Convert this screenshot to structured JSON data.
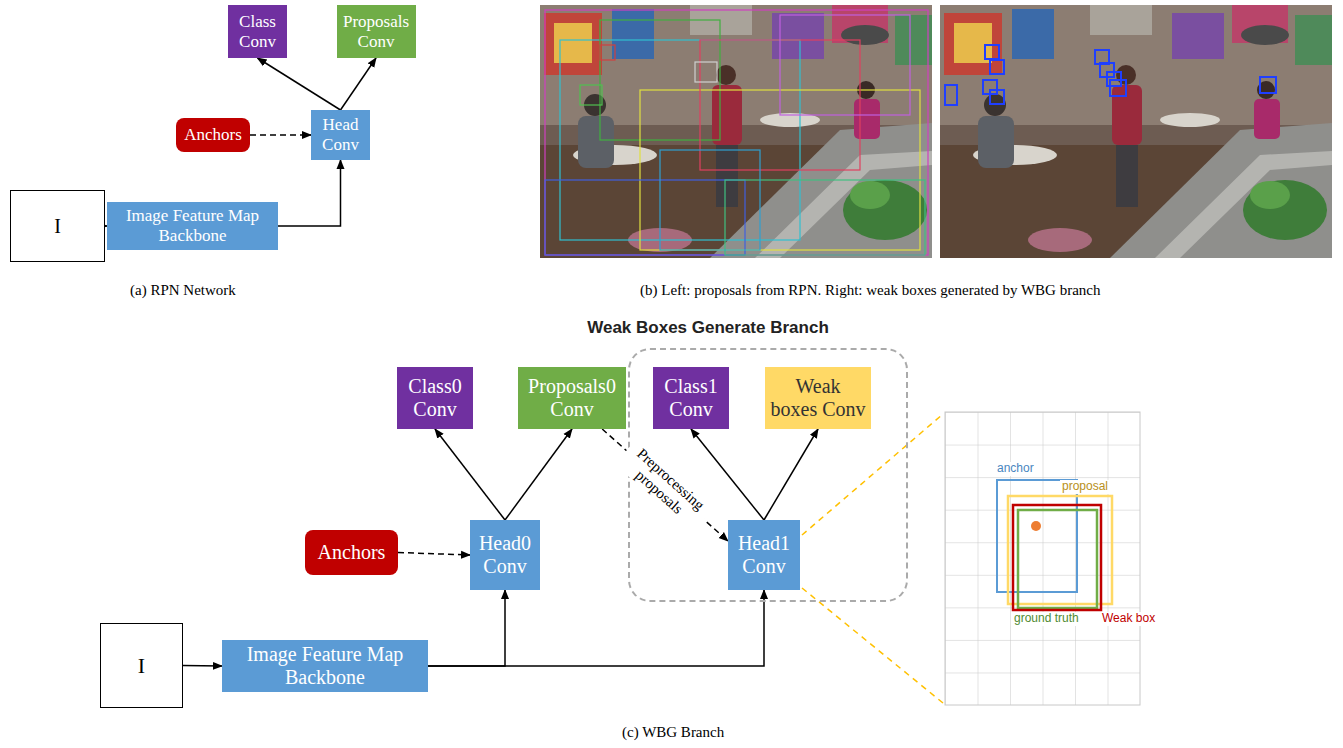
{
  "diagram": {
    "nodes": [
      {
        "text": [
          "Class Conv"
        ]
      },
      {
        "text": [
          "Proposals Conv"
        ]
      },
      {
        "text": [
          "Anchors"
        ]
      },
      {
        "text": [
          "Head Conv"
        ]
      },
      {
        "text": [
          "I"
        ]
      },
      {
        "text": [
          "Image Feature Map Backbone"
        ]
      },
      {
        "text": [
          "Class0 Conv"
        ]
      },
      {
        "text": [
          "Proposals0 Conv"
        ]
      },
      {
        "text": [
          "Weak Boxes Generate Branch"
        ]
      },
      {
        "text": [
          "Class1 Conv"
        ],
        "in": 8
      },
      {
        "text": [
          "Weak boxes Conv"
        ],
        "in": 8
      },
      {
        "text": [
          "Anchors"
        ]
      },
      {
        "text": [
          "Head0 Conv"
        ]
      },
      {
        "text": [
          "Head1 Conv"
        ],
        "in": 8
      },
      {
        "text": [
          "I"
        ]
      },
      {
        "text": [
          "Image Feature Map Backbone"
        ]
      }
    ],
    "edges": [
      {
        "from": 3,
        "to": 0,
        "arrow": "to"
      },
      {
        "from": 3,
        "to": 1,
        "arrow": "to"
      },
      {
        "from": 2,
        "to": 3,
        "arrow": "to"
      },
      {
        "from": 5,
        "to": 3,
        "arrow": "to"
      },
      {
        "from": 4,
        "to": 5,
        "arrow": "to"
      },
      {
        "from": 12,
        "to": 6,
        "arrow": "to"
      },
      {
        "from": 12,
        "to": 7,
        "arrow": "to"
      },
      {
        "from": 7,
        "to": 13,
        "label": "Preprocessing proposals",
        "arrow": "to"
      },
      {
        "from": 13,
        "to": 9,
        "arrow": "to"
      },
      {
        "from": 13,
        "to": 10,
        "arrow": "to"
      },
      {
        "from": 11,
        "to": 12,
        "arrow": "to"
      },
      {
        "from": 15,
        "to": 12,
        "arrow": "to"
      },
      {
        "from": 15,
        "to": 13,
        "arrow": "to"
      },
      {
        "from": 14,
        "to": 15,
        "arrow": "to"
      }
    ],
    "labels": [
      "(a) RPN Network",
      "(b) Left: proposals from RPN. Right: weak boxes generated by WBG branch",
      "anchor",
      "proposal",
      "ground truth",
      "Weak box",
      "(c) WBG Branch"
    ]
  }
}
